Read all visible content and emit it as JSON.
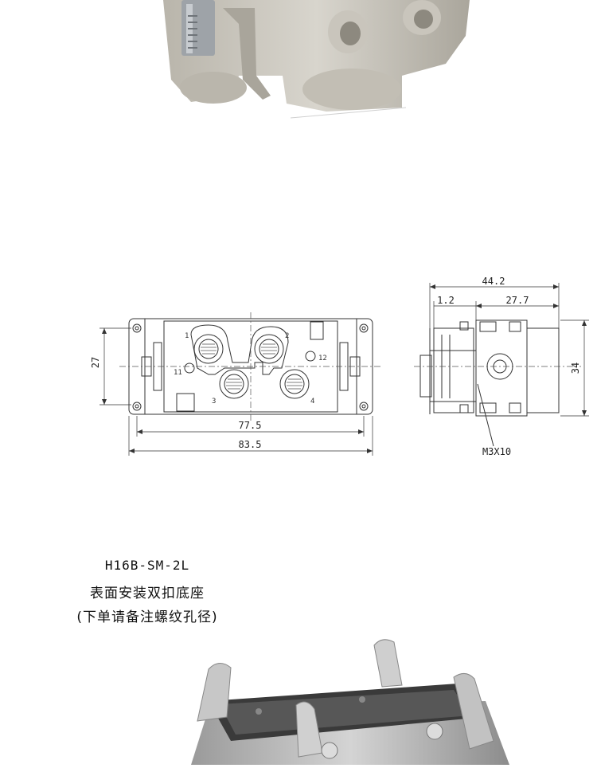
{
  "drawing_front": {
    "dims": {
      "inner_width": "77.5",
      "outer_width": "83.5",
      "height": "27"
    },
    "contacts": [
      "1",
      "2",
      "3",
      "4",
      "11",
      "12"
    ]
  },
  "drawing_side": {
    "dims": {
      "overall": "44.2",
      "offset": "1.2",
      "body": "27.7",
      "height": "34"
    },
    "screw": "M3X10"
  },
  "caption": {
    "model": "H16B-SM-2L",
    "description": "表面安装双扣底座",
    "note": "(下单请备注螺纹孔径)"
  }
}
